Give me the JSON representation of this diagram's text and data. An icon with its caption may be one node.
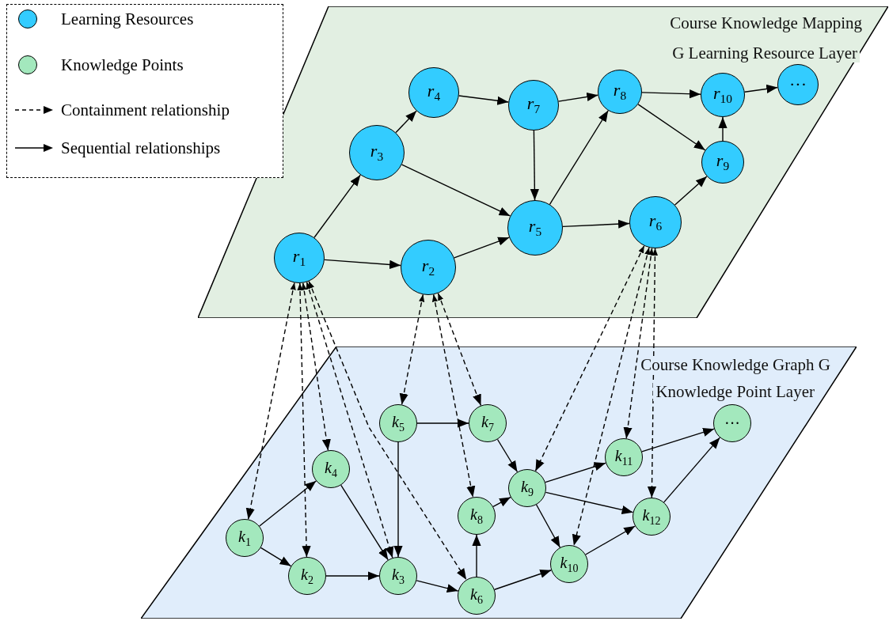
{
  "diagram": {
    "nodes": [
      {
        "text": [
          "Course Knowledge Mapping",
          "G Learning Resource Layer"
        ]
      },
      {
        "text": [
          "*r*$_{1}$"
        ],
        "in": 0
      },
      {
        "text": [
          "*r*$_{2}$"
        ],
        "in": 0
      },
      {
        "text": [
          "*r*$_{3}$"
        ],
        "in": 0
      },
      {
        "text": [
          "*r*$_{4}$"
        ],
        "in": 0
      },
      {
        "text": [
          "*r*$_{5}$"
        ],
        "in": 0
      },
      {
        "text": [
          "*r*$_{6}$"
        ],
        "in": 0
      },
      {
        "text": [
          "*r*$_{7}$"
        ],
        "in": 0
      },
      {
        "text": [
          "*r*$_{8}$"
        ],
        "in": 0
      },
      {
        "text": [
          "*r*$_{9}$"
        ],
        "in": 0
      },
      {
        "text": [
          "*r*$_{10}$"
        ],
        "in": 0
      },
      {
        "text": [
          "···"
        ],
        "in": 0
      },
      {
        "text": [
          "Course Knowledge Graph G",
          "Knowledge Point Layer"
        ]
      },
      {
        "text": [
          "*k*$_{1}$"
        ],
        "in": 12
      },
      {
        "text": [
          "*k*$_{2}$"
        ],
        "in": 12
      },
      {
        "text": [
          "*k*$_{3}$"
        ],
        "in": 12
      },
      {
        "text": [
          "*k*$_{4}$"
        ],
        "in": 12
      },
      {
        "text": [
          "*k*$_{5}$"
        ],
        "in": 12
      },
      {
        "text": [
          "*k*$_{6}$"
        ],
        "in": 12
      },
      {
        "text": [
          "*k*$_{7}$"
        ],
        "in": 12
      },
      {
        "text": [
          "*k*$_{8}$"
        ],
        "in": 12
      },
      {
        "text": [
          "*k*$_{9}$"
        ],
        "in": 12
      },
      {
        "text": [
          "*k*$_{10}$"
        ],
        "in": 12
      },
      {
        "text": [
          "*k*$_{11}$"
        ],
        "in": 12
      },
      {
        "text": [
          "*k*$_{12}$"
        ],
        "in": 12
      },
      {
        "text": [
          "···"
        ],
        "in": 12
      }
    ],
    "edges": [
      {
        "from": 1,
        "to": 3,
        "arrow": "to"
      },
      {
        "from": 1,
        "to": 2,
        "arrow": "to"
      },
      {
        "from": 3,
        "to": 4,
        "arrow": "to"
      },
      {
        "from": 3,
        "to": 5,
        "arrow": "to"
      },
      {
        "from": 2,
        "to": 5,
        "arrow": "to"
      },
      {
        "from": 4,
        "to": 7,
        "arrow": "to"
      },
      {
        "from": 7,
        "to": 5,
        "arrow": "to"
      },
      {
        "from": 7,
        "to": 8,
        "arrow": "to"
      },
      {
        "from": 5,
        "to": 8,
        "arrow": "to"
      },
      {
        "from": 5,
        "to": 6,
        "arrow": "to"
      },
      {
        "from": 8,
        "to": 10,
        "arrow": "to"
      },
      {
        "from": 8,
        "to": 9,
        "arrow": "to"
      },
      {
        "from": 6,
        "to": 9,
        "arrow": "to"
      },
      {
        "from": 9,
        "to": 10,
        "arrow": "to"
      },
      {
        "from": 10,
        "to": 11,
        "arrow": "to"
      },
      {
        "from": 13,
        "to": 16,
        "arrow": "to"
      },
      {
        "from": 13,
        "to": 14,
        "arrow": "to"
      },
      {
        "from": 14,
        "to": 15,
        "arrow": "to"
      },
      {
        "from": 16,
        "to": 15,
        "arrow": "to"
      },
      {
        "from": 17,
        "to": 19,
        "arrow": "to"
      },
      {
        "from": 17,
        "to": 15,
        "arrow": "to"
      },
      {
        "from": 15,
        "to": 18,
        "arrow": "to"
      },
      {
        "from": 18,
        "to": 20,
        "arrow": "to"
      },
      {
        "from": 20,
        "to": 21,
        "arrow": "to"
      },
      {
        "from": 19,
        "to": 21,
        "arrow": "to"
      },
      {
        "from": 18,
        "to": 22,
        "arrow": "to"
      },
      {
        "from": 21,
        "to": 23,
        "arrow": "to"
      },
      {
        "from": 21,
        "to": 22,
        "arrow": "to"
      },
      {
        "from": 21,
        "to": 24,
        "arrow": "to"
      },
      {
        "from": 22,
        "to": 24,
        "arrow": "to"
      },
      {
        "from": 23,
        "to": 25,
        "arrow": "to"
      },
      {
        "from": 24,
        "to": 25,
        "arrow": "to"
      },
      {
        "from": 1,
        "to": 13,
        "arrow": "both",
        "style": "dashed"
      },
      {
        "from": 1,
        "to": 14,
        "arrow": "both",
        "style": "dashed"
      },
      {
        "from": 1,
        "to": 16,
        "arrow": "both",
        "style": "dashed"
      },
      {
        "from": 1,
        "to": 15,
        "arrow": "both",
        "style": "dashed"
      },
      {
        "from": 1,
        "to": 18,
        "arrow": "both",
        "style": "dashed"
      },
      {
        "from": 2,
        "to": 17,
        "arrow": "both",
        "style": "dashed"
      },
      {
        "from": 2,
        "to": 20,
        "arrow": "both",
        "style": "dashed"
      },
      {
        "from": 2,
        "to": 19,
        "arrow": "both",
        "style": "dashed"
      },
      {
        "from": 6,
        "to": 21,
        "arrow": "both",
        "style": "dashed"
      },
      {
        "from": 6,
        "to": 22,
        "arrow": "both",
        "style": "dashed"
      },
      {
        "from": 6,
        "to": 23,
        "arrow": "both",
        "style": "dashed"
      },
      {
        "from": 6,
        "to": 24,
        "arrow": "both",
        "style": "dashed"
      }
    ],
    "legend": [
      {
        "text": "Learning Resources",
        "color": "#33ccff"
      },
      {
        "text": "Knowledge Points",
        "color": "#a3e8bd"
      },
      {
        "text": "Containment relationship"
      },
      {
        "text": "Sequential relationships"
      }
    ]
  }
}
